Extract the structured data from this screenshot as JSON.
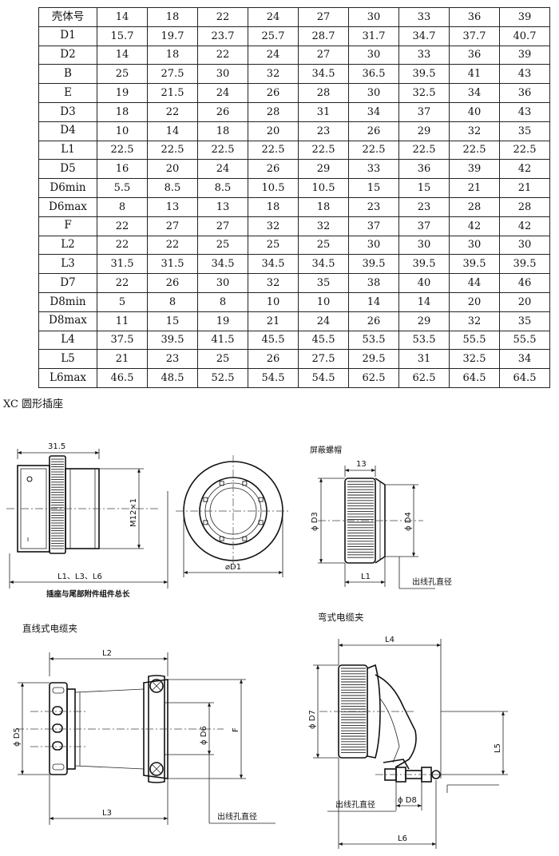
{
  "table": {
    "rows": [
      {
        "label": "壳体号",
        "values": [
          "14",
          "18",
          "22",
          "24",
          "27",
          "30",
          "33",
          "36",
          "39"
        ]
      },
      {
        "label": "D1",
        "values": [
          "15.7",
          "19.7",
          "23.7",
          "25.7",
          "28.7",
          "31.7",
          "34.7",
          "37.7",
          "40.7"
        ]
      },
      {
        "label": "D2",
        "values": [
          "14",
          "18",
          "22",
          "24",
          "27",
          "30",
          "33",
          "36",
          "39"
        ]
      },
      {
        "label": "B",
        "values": [
          "25",
          "27.5",
          "30",
          "32",
          "34.5",
          "36.5",
          "39.5",
          "41",
          "43"
        ]
      },
      {
        "label": "E",
        "values": [
          "19",
          "21.5",
          "24",
          "26",
          "28",
          "30",
          "32.5",
          "34",
          "36"
        ]
      },
      {
        "label": "D3",
        "values": [
          "18",
          "22",
          "26",
          "28",
          "31",
          "34",
          "37",
          "40",
          "43"
        ]
      },
      {
        "label": "D4",
        "values": [
          "10",
          "14",
          "18",
          "20",
          "23",
          "26",
          "29",
          "32",
          "35"
        ]
      },
      {
        "label": "L1",
        "values": [
          "22.5",
          "22.5",
          "22.5",
          "22.5",
          "22.5",
          "22.5",
          "22.5",
          "22.5",
          "22.5"
        ]
      },
      {
        "label": "D5",
        "values": [
          "16",
          "20",
          "24",
          "26",
          "29",
          "33",
          "36",
          "39",
          "42"
        ]
      },
      {
        "label": "D6min",
        "values": [
          "5.5",
          "8.5",
          "8.5",
          "10.5",
          "10.5",
          "15",
          "15",
          "21",
          "21"
        ]
      },
      {
        "label": "D6max",
        "values": [
          "8",
          "13",
          "13",
          "18",
          "18",
          "23",
          "23",
          "28",
          "28"
        ]
      },
      {
        "label": "F",
        "values": [
          "22",
          "27",
          "27",
          "32",
          "32",
          "37",
          "37",
          "42",
          "42"
        ]
      },
      {
        "label": "L2",
        "values": [
          "22",
          "22",
          "25",
          "25",
          "25",
          "30",
          "30",
          "30",
          "30"
        ]
      },
      {
        "label": "L3",
        "values": [
          "31.5",
          "31.5",
          "34.5",
          "34.5",
          "34.5",
          "39.5",
          "39.5",
          "39.5",
          "39.5"
        ]
      },
      {
        "label": "D7",
        "values": [
          "22",
          "26",
          "30",
          "32",
          "35",
          "38",
          "40",
          "44",
          "46"
        ]
      },
      {
        "label": "D8min",
        "values": [
          "5",
          "8",
          "8",
          "10",
          "10",
          "14",
          "14",
          "20",
          "20"
        ]
      },
      {
        "label": "D8max",
        "values": [
          "11",
          "15",
          "19",
          "21",
          "24",
          "26",
          "29",
          "32",
          "35"
        ]
      },
      {
        "label": "L4",
        "values": [
          "37.5",
          "39.5",
          "41.5",
          "45.5",
          "45.5",
          "53.5",
          "53.5",
          "55.5",
          "55.5"
        ]
      },
      {
        "label": "L5",
        "values": [
          "21",
          "23",
          "25",
          "26",
          "27.5",
          "29.5",
          "31",
          "32.5",
          "34"
        ]
      },
      {
        "label": "L6max",
        "values": [
          "46.5",
          "48.5",
          "52.5",
          "54.5",
          "54.5",
          "62.5",
          "62.5",
          "64.5",
          "64.5"
        ]
      }
    ]
  },
  "section_title": "XC 圆形插座",
  "drawing": {
    "socket": {
      "dim_top": "31.5",
      "dim_thread": "M12×1",
      "dim_length": "L1、L3、L6",
      "caption": "插座与尾部附件组件总长"
    },
    "front_view": {
      "dim_d1": "⌀D1"
    },
    "shield_nut": {
      "title": "屏蔽螺帽",
      "dim_top": "13",
      "dim_d3": "ϕ D3",
      "dim_d4": "ϕ D4",
      "dim_l1": "L1",
      "outlet": "出线孔直径"
    },
    "straight_clamp": {
      "title": "直线式电缆夹",
      "dim_l2": "L2",
      "dim_d5": "ϕ D5",
      "dim_d6": "ϕ D6",
      "dim_f": "F",
      "dim_l3": "L3",
      "outlet": "出线孔直径"
    },
    "angled_clamp": {
      "title": "弯式电缆夹",
      "dim_l4": "L4",
      "dim_d7": "ϕ D7",
      "dim_l5": "L5",
      "dim_d8": "ϕ D8",
      "dim_l6": "L6",
      "outlet": "出线孔直径"
    }
  }
}
